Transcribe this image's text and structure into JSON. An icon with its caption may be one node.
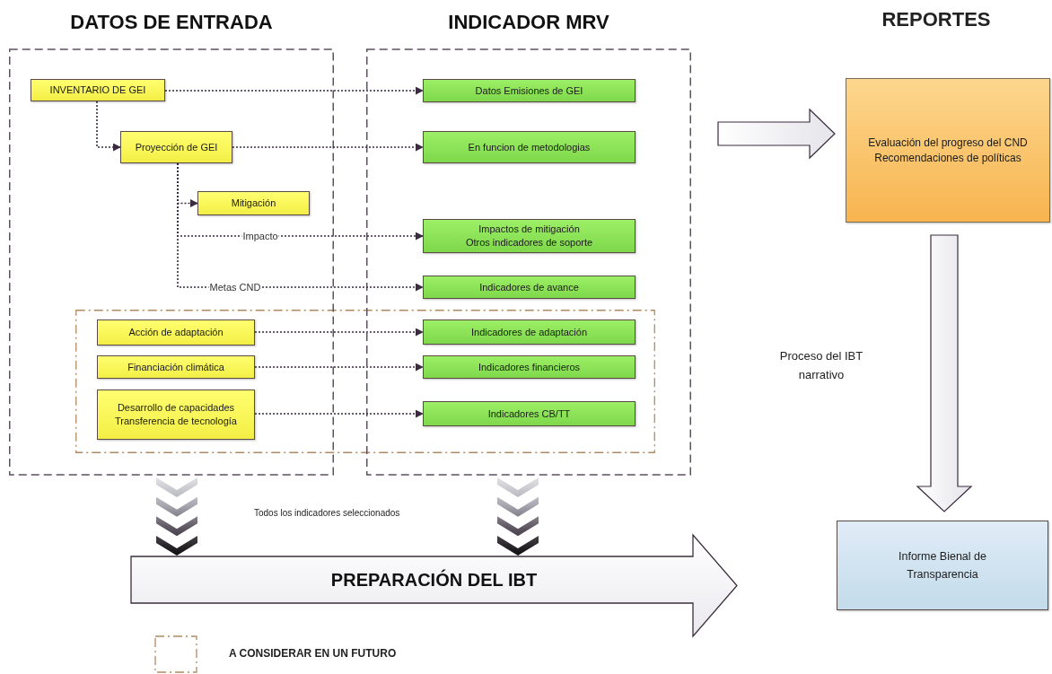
{
  "diagram": {
    "nodes": [
      {
        "text": [
          "DATOS DE ENTRADA"
        ]
      },
      {
        "text": [
          "INDICADOR MRV"
        ]
      },
      {
        "text": [
          "INVENTARIO DE GEI"
        ],
        "in": 0
      },
      {
        "text": [
          "Proyección de GEI"
        ],
        "in": 0
      },
      {
        "text": [
          "Mitigación"
        ],
        "in": 0
      },
      {
        "text": [
          "Datos Emisiones de GEI"
        ],
        "in": 1
      },
      {
        "text": [
          "En funcion de metodologias"
        ],
        "in": 1
      },
      {
        "text": [
          "Impactos de mitigación",
          "Otros indicadores de soporte"
        ],
        "in": 1
      },
      {
        "text": [
          "Indicadores de avance"
        ],
        "in": 1
      },
      {
        "text": [
          "Acción de adaptación"
        ],
        "in": 0
      },
      {
        "text": [
          "Financiación climática"
        ],
        "in": 0
      },
      {
        "text": [
          "Desarrollo de capacidades",
          "Transferencia de tecnología"
        ],
        "in": 0
      },
      {
        "text": [
          "Indicadores de adaptación"
        ],
        "in": 1
      },
      {
        "text": [
          "Indicadores financieros"
        ],
        "in": 1
      },
      {
        "text": [
          "Indicadores CB/TT"
        ],
        "in": 1
      },
      {
        "text": [
          "PREPARACIÓN DEL IBT"
        ]
      },
      {
        "text": [
          "Evaluación del progreso del CND",
          "Recomendaciones de políticas"
        ]
      },
      {
        "text": [
          "Informe Bienal de Transparencia"
        ]
      }
    ],
    "edges": [
      {
        "from": 2,
        "to": 5,
        "arrow": "to"
      },
      {
        "from": 2,
        "to": 3,
        "arrow": "to"
      },
      {
        "from": 3,
        "to": 6,
        "arrow": "to"
      },
      {
        "from": 3,
        "to": 4,
        "arrow": "to"
      },
      {
        "from": 3,
        "to": 7,
        "arrow": "to",
        "label": "Impacto"
      },
      {
        "from": 3,
        "to": 8,
        "arrow": "to",
        "label": "Metas CND"
      },
      {
        "from": 9,
        "to": 12,
        "arrow": "to"
      },
      {
        "from": 10,
        "to": 13,
        "arrow": "to"
      },
      {
        "from": 11,
        "to": 14,
        "arrow": "to"
      },
      {
        "from": 0,
        "to": 15,
        "arrow": "to",
        "style": "thick"
      },
      {
        "from": 1,
        "to": 15,
        "arrow": "to",
        "style": "thick"
      },
      {
        "from": 1,
        "to": 16,
        "arrow": "to",
        "style": "thick"
      },
      {
        "from": 16,
        "to": 17,
        "arrow": "to",
        "style": "thick"
      }
    ],
    "labels": [
      "REPORTES",
      "Todos los indicadores seleccionados",
      "Proceso del IBT narrativo"
    ],
    "legend": [
      {
        "text": "A CONSIDERAR EN UN FUTURO"
      }
    ]
  }
}
